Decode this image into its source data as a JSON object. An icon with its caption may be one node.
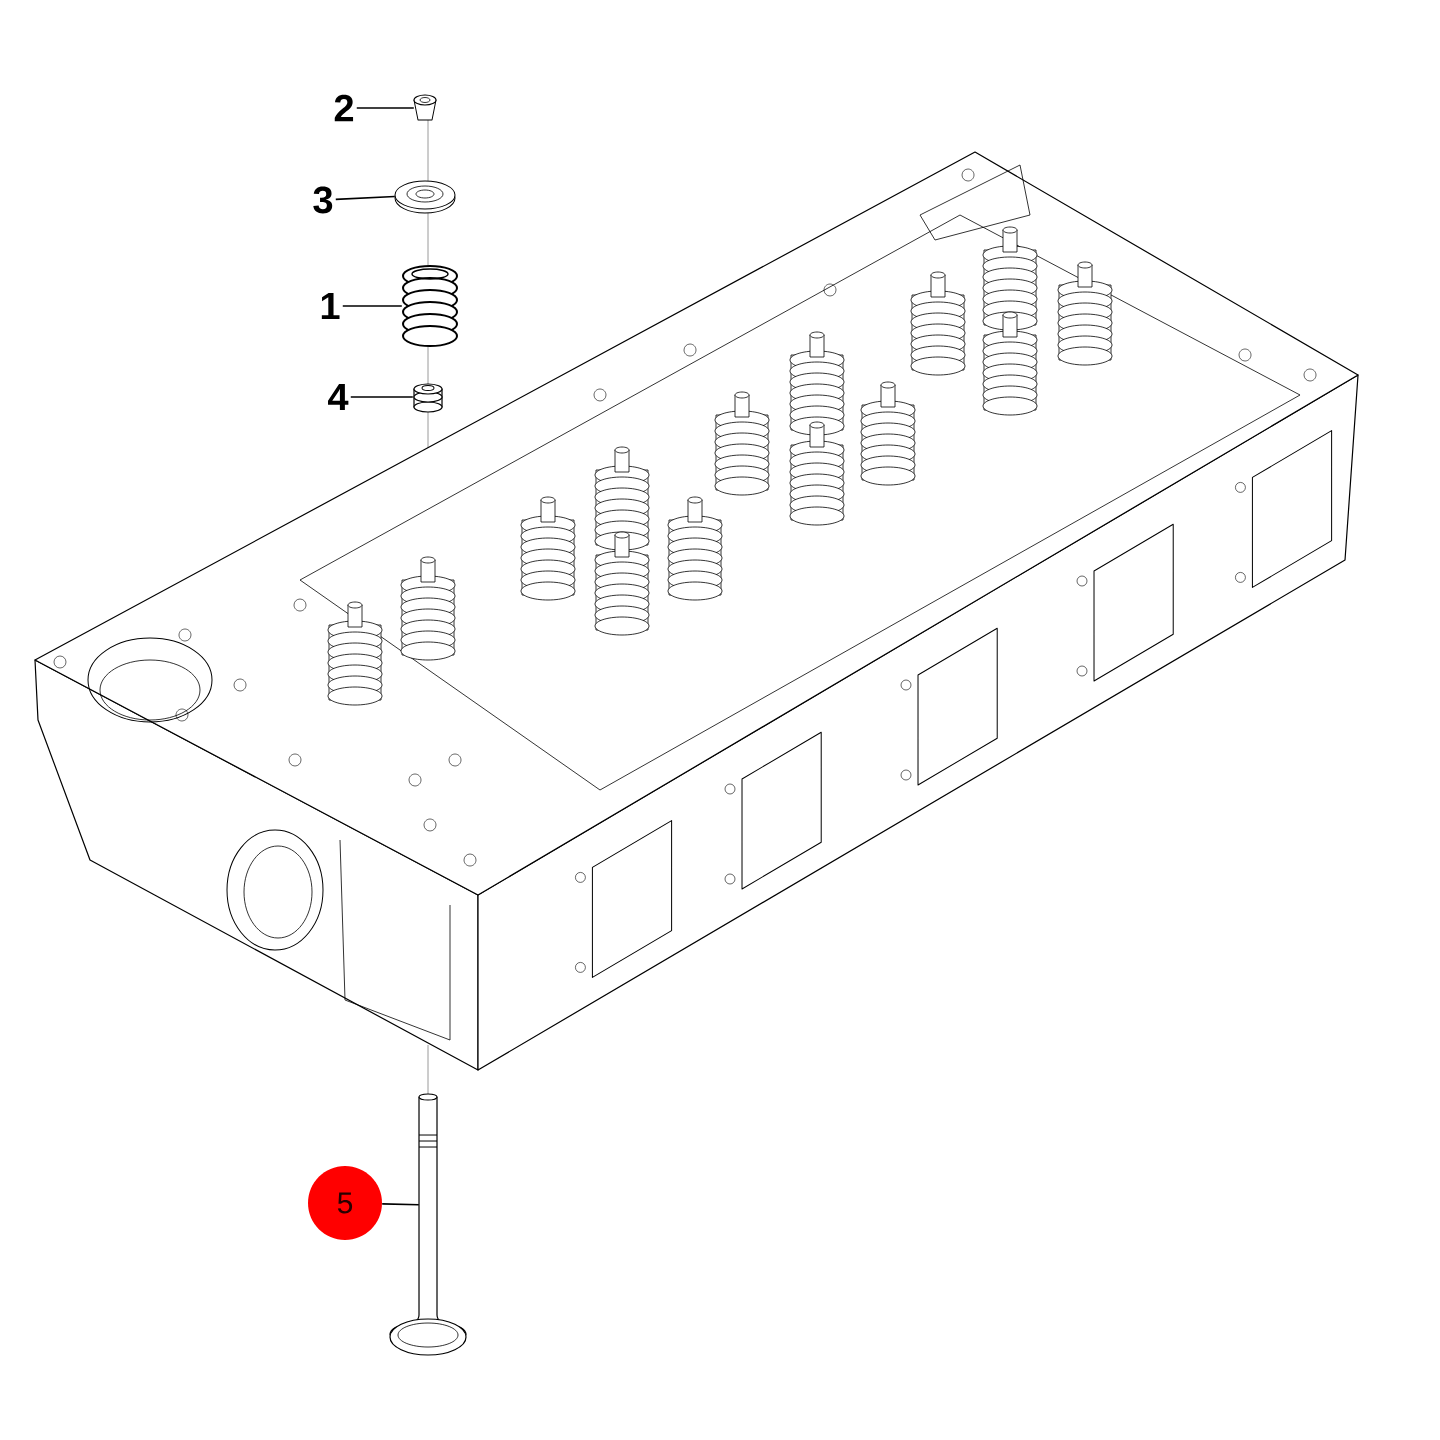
{
  "diagram": {
    "nodes": [
      {
        "text": [
          "2"
        ]
      },
      {
        "text": [],
        "shape": "picture"
      },
      {
        "text": [
          "3"
        ]
      },
      {
        "text": [],
        "shape": "picture"
      },
      {
        "text": [
          "1"
        ]
      },
      {
        "text": [],
        "shape": "picture"
      },
      {
        "text": [
          "4"
        ]
      },
      {
        "text": [],
        "shape": "picture"
      },
      {
        "text": [
          "5"
        ]
      },
      {
        "text": [],
        "shape": "picture"
      }
    ],
    "edges": [
      {
        "from": 0,
        "to": 1,
        "arrow": "none"
      },
      {
        "from": 2,
        "to": 3,
        "arrow": "none"
      },
      {
        "from": 4,
        "to": 5,
        "arrow": "none"
      },
      {
        "from": 6,
        "to": 7,
        "arrow": "none"
      },
      {
        "from": 8,
        "to": 9,
        "arrow": "none"
      }
    ]
  }
}
